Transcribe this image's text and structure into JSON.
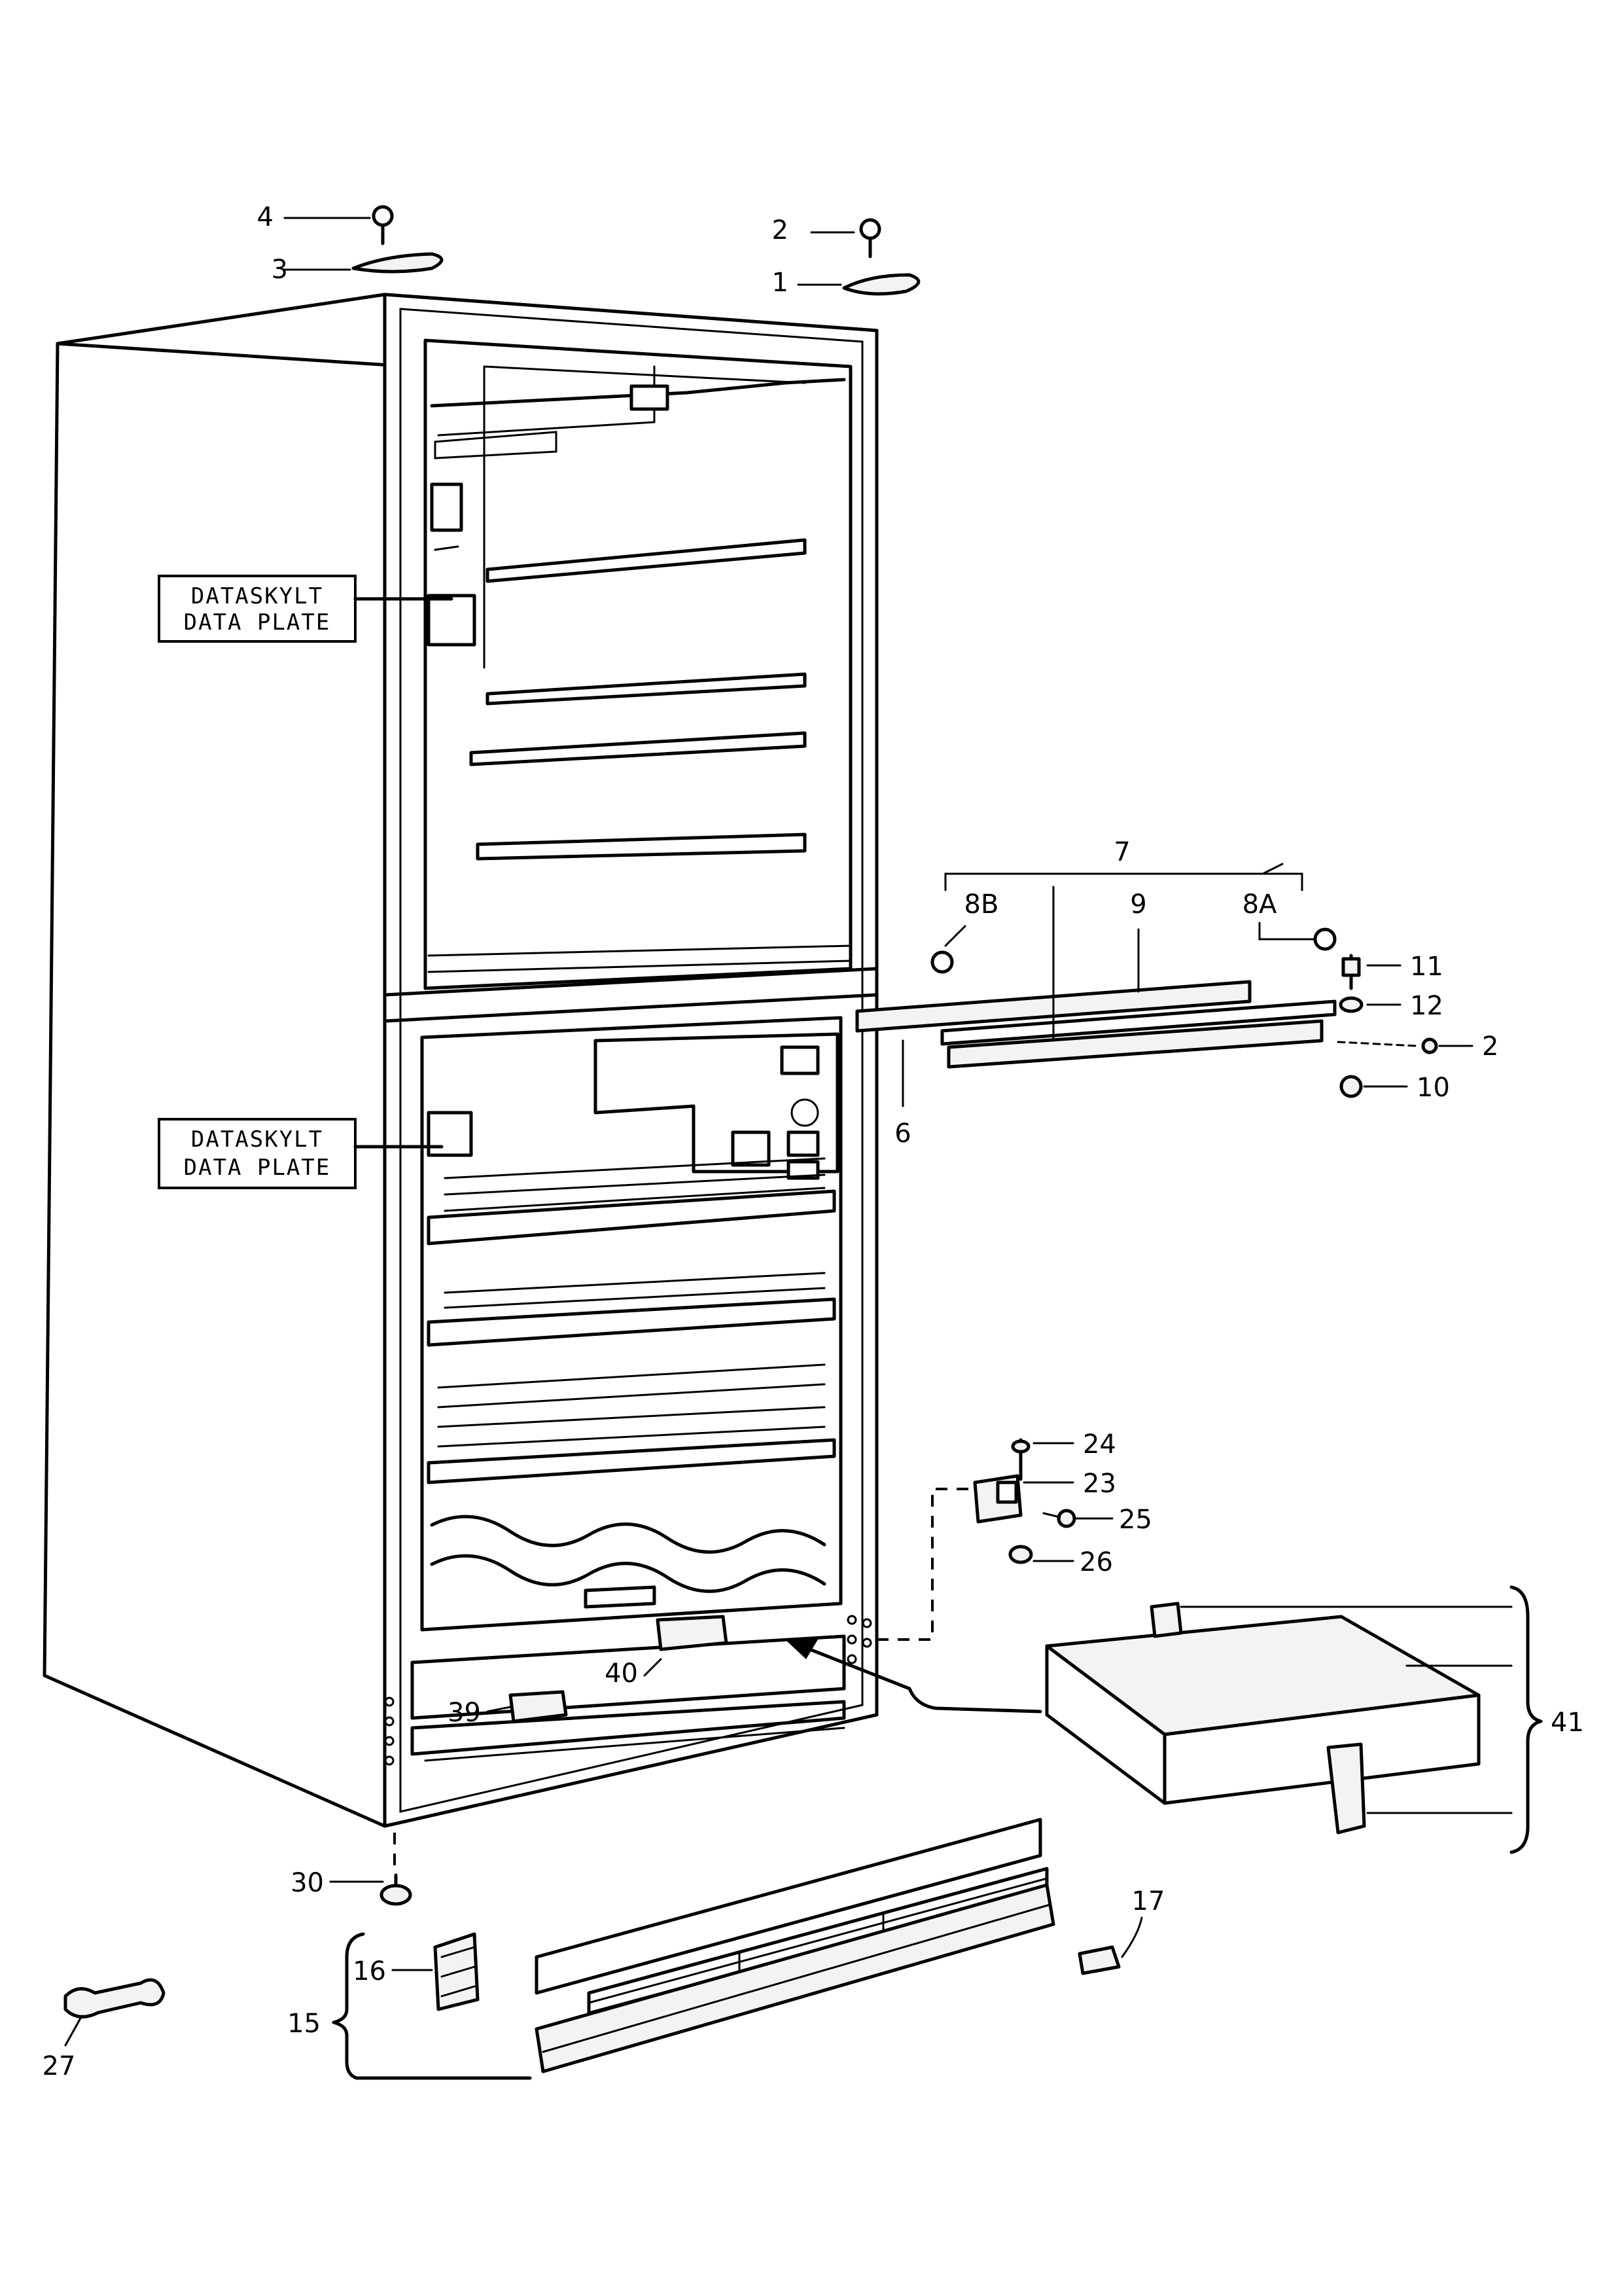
{
  "data_plates": {
    "upper": {
      "line1": "DATASKYLT",
      "line2": "DATA PLATE"
    },
    "lower": {
      "line1": "DATASKYLT",
      "line2": "DATA PLATE"
    }
  },
  "callouts": {
    "c1": "1",
    "c2": "2",
    "c2b": "2",
    "c3": "3",
    "c4": "4",
    "c6": "6",
    "c7": "7",
    "c8A": "8A",
    "c8B": "8B",
    "c9": "9",
    "c10": "10",
    "c11": "11",
    "c12": "12",
    "c15": "15",
    "c16": "16",
    "c17": "17",
    "c23": "23",
    "c24": "24",
    "c25": "25",
    "c26": "26",
    "c27": "27",
    "c30": "30",
    "c39": "39",
    "c40": "40",
    "c41": "41"
  }
}
